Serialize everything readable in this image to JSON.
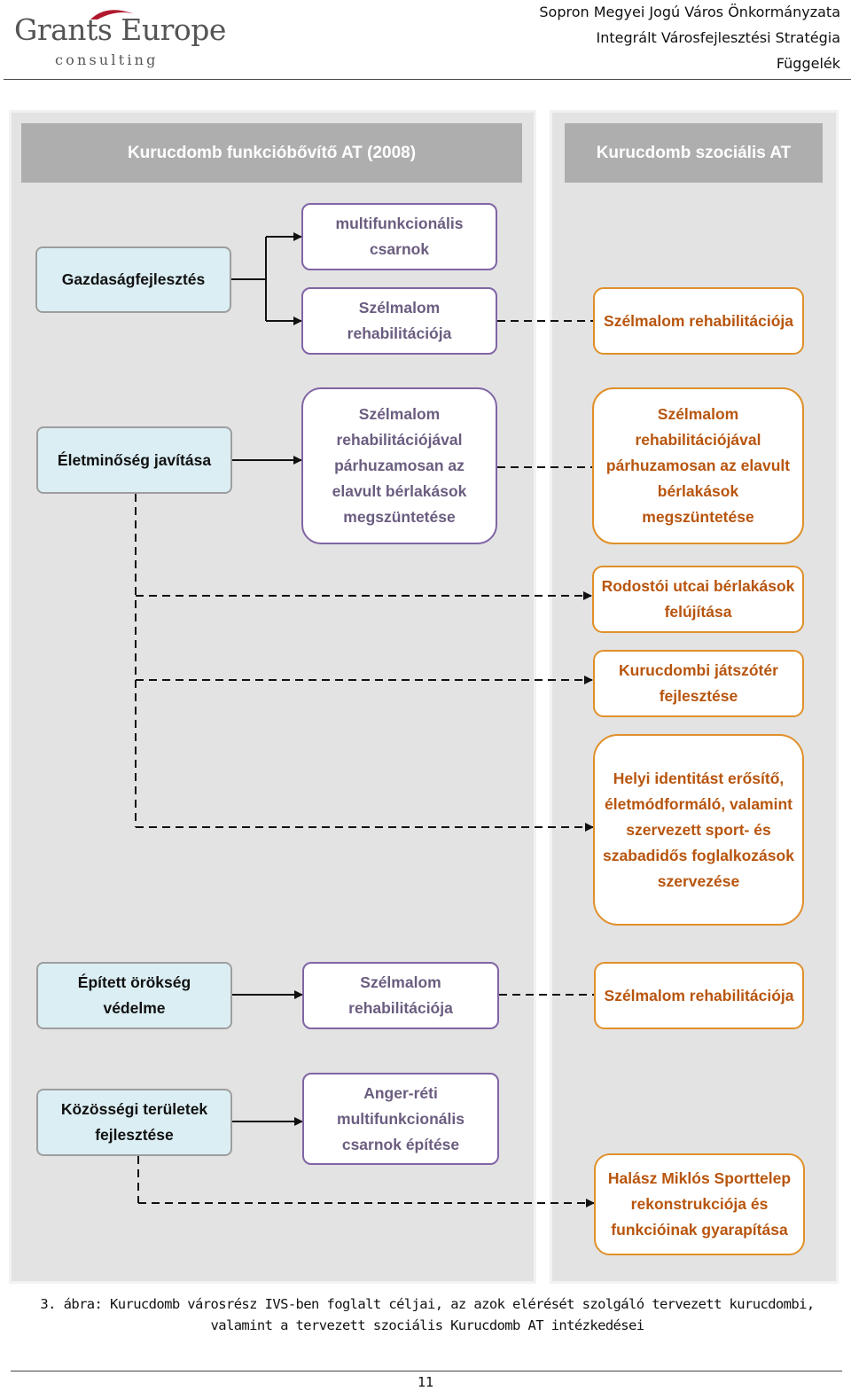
{
  "header": {
    "logo_main": "Grants Europe",
    "logo_sub": "consulting",
    "lines": [
      "Sopron Megyei Jogú Város Önkormányzata",
      "Integrált Városfejlesztési Stratégia",
      "Függelék"
    ]
  },
  "diagram": {
    "left_title": "Kurucdomb funkcióbővítő AT (2008)",
    "right_title": "Kurucdomb szociális AT",
    "goals": [
      "Gazdaságfejlesztés",
      "Életminőség javítása",
      "Épített örökség védelme",
      "Közösségi területek fejlesztése"
    ],
    "actions": [
      "multifunkcionális csarnok",
      "Szélmalom rehabilitációja",
      "Szélmalom rehabilitációjával párhuzamosan az elavult bérlakások megszüntetése",
      "Szélmalom rehabilitációja",
      "Anger-réti multifunkcionális csarnok építése"
    ],
    "social": [
      "Szélmalom rehabilitációja",
      "Szélmalom rehabilitációjával párhuzamosan az elavult bérlakások megszüntetése",
      "Rodostói utcai bérlakások felújítása",
      "Kurucdombi játszótér fejlesztése",
      "Helyi identitást erősítő, életmódformáló, valamint szervezett sport- és szabadidős foglalkozások szervezése",
      "Szélmalom rehabilitációja",
      "Halász Miklós Sporttelep rekonstrukciója és funkcióinak gyarapítása"
    ]
  },
  "caption": "3. ábra: Kurucdomb városrész IVS-ben foglalt céljai, az azok elérését szolgáló tervezett kurucdombi, valamint a tervezett szociális Kurucdomb AT intézkedései",
  "page_number": "11",
  "colors": {
    "goal_fill": "#dbeef3",
    "action_border": "#8065a5",
    "social_border": "#e0902a",
    "social_text": "#b8550e",
    "panel_title": "#aeaeae"
  }
}
